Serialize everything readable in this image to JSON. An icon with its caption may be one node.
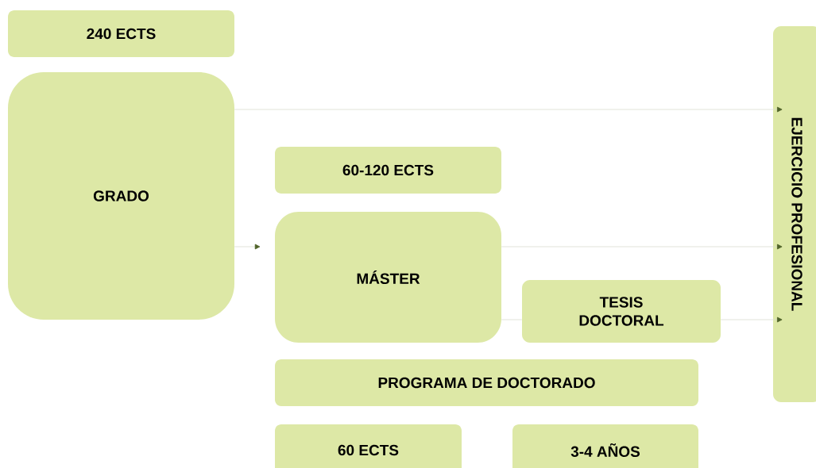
{
  "diagram": {
    "nodes": [
      {
        "text": [
          "240 ECTS"
        ]
      },
      {
        "text": [
          "GRADO"
        ]
      },
      {
        "text": [
          "60-120 ECTS"
        ]
      },
      {
        "text": [
          "MÁSTER"
        ]
      },
      {
        "text": [
          "TESIS DOCTORAL"
        ]
      },
      {
        "text": [
          "PROGRAMA DE DOCTORADO"
        ]
      },
      {
        "text": [
          "60 ECTS"
        ]
      },
      {
        "text": [
          "3-4 AÑOS"
        ]
      },
      {
        "text": [
          "EJERCICIO PROFESIONAL"
        ]
      }
    ],
    "edges": [
      {
        "from": 1,
        "to": 8,
        "arrow": "to"
      },
      {
        "from": 1,
        "to": 3,
        "arrow": "to"
      },
      {
        "from": 3,
        "to": 8,
        "arrow": "to"
      },
      {
        "from": 3,
        "to": 4,
        "arrow": "none"
      },
      {
        "from": 4,
        "to": 8,
        "arrow": "to"
      }
    ]
  }
}
